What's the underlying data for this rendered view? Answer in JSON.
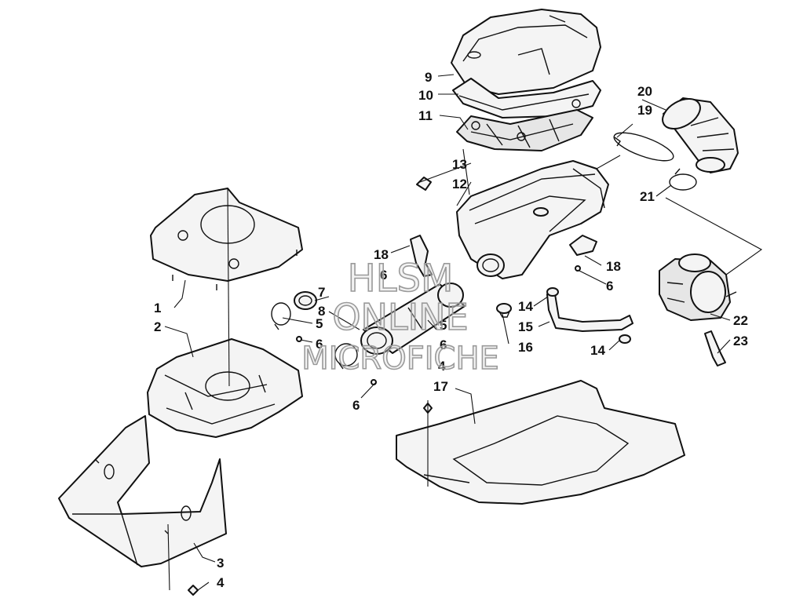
{
  "callouts": {
    "c1": "1",
    "c2": "2",
    "c3": "3",
    "c4a": "4",
    "c4b": "4",
    "c5a": "5",
    "c5b": "5",
    "c6a": "6",
    "c6b": "6",
    "c6c": "6",
    "c6d": "6",
    "c6e": "6",
    "c7": "7",
    "c8": "8",
    "c9": "9",
    "c10": "10",
    "c11": "11",
    "c12": "12",
    "c13": "13",
    "c14a": "14",
    "c14b": "14",
    "c15": "15",
    "c16": "16",
    "c17": "17",
    "c18a": "18",
    "c18b": "18",
    "c19": "19",
    "c20": "20",
    "c21": "21",
    "c22": "22",
    "c23": "23"
  },
  "watermark": {
    "line1": "HLSM",
    "line2": "ONLINE",
    "line3": "MICROFICHE"
  }
}
